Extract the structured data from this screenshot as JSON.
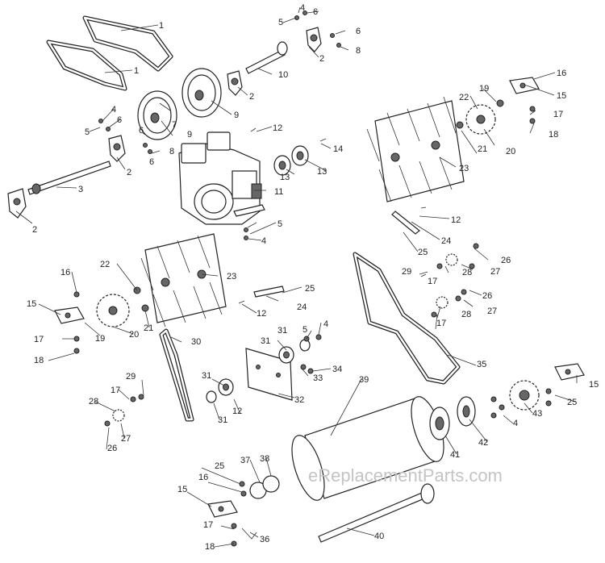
{
  "watermark": "eReplacementParts.com",
  "callouts": [
    {
      "id": "c1a",
      "text": "1"
    },
    {
      "id": "c1b",
      "text": "1"
    },
    {
      "id": "c2a",
      "text": "2"
    },
    {
      "id": "c2b",
      "text": "2"
    },
    {
      "id": "c2c",
      "text": "2"
    },
    {
      "id": "c2d",
      "text": "2"
    },
    {
      "id": "c3",
      "text": "3"
    },
    {
      "id": "c4a",
      "text": "4"
    },
    {
      "id": "c4b",
      "text": "4"
    },
    {
      "id": "c4c",
      "text": "4"
    },
    {
      "id": "c4d",
      "text": "4"
    },
    {
      "id": "c4e",
      "text": "4"
    },
    {
      "id": "c5a",
      "text": "5"
    },
    {
      "id": "c5b",
      "text": "5"
    },
    {
      "id": "c5c",
      "text": "5"
    },
    {
      "id": "c5d",
      "text": "5"
    },
    {
      "id": "c6a",
      "text": "6"
    },
    {
      "id": "c6b",
      "text": "6"
    },
    {
      "id": "c6c",
      "text": "6"
    },
    {
      "id": "c6d",
      "text": "6"
    },
    {
      "id": "c6e",
      "text": "6"
    },
    {
      "id": "c7",
      "text": "7"
    },
    {
      "id": "c8a",
      "text": "8"
    },
    {
      "id": "c8b",
      "text": "8"
    },
    {
      "id": "c9a",
      "text": "9"
    },
    {
      "id": "c9b",
      "text": "9"
    },
    {
      "id": "c10",
      "text": "10"
    },
    {
      "id": "c11",
      "text": "11"
    },
    {
      "id": "c12a",
      "text": "12"
    },
    {
      "id": "c12b",
      "text": "12"
    },
    {
      "id": "c12c",
      "text": "12"
    },
    {
      "id": "c12d",
      "text": "12"
    },
    {
      "id": "c13a",
      "text": "13"
    },
    {
      "id": "c13b",
      "text": "13"
    },
    {
      "id": "c14",
      "text": "14"
    },
    {
      "id": "c15a",
      "text": "15"
    },
    {
      "id": "c15b",
      "text": "15"
    },
    {
      "id": "c15c",
      "text": "15"
    },
    {
      "id": "c15d",
      "text": "15"
    },
    {
      "id": "c16a",
      "text": "16"
    },
    {
      "id": "c16b",
      "text": "16"
    },
    {
      "id": "c16c",
      "text": "16"
    },
    {
      "id": "c17a",
      "text": "17"
    },
    {
      "id": "c17b",
      "text": "17"
    },
    {
      "id": "c17c",
      "text": "17"
    },
    {
      "id": "c17d",
      "text": "17"
    },
    {
      "id": "c17e",
      "text": "17"
    },
    {
      "id": "c17f",
      "text": "17"
    },
    {
      "id": "c18a",
      "text": "18"
    },
    {
      "id": "c18b",
      "text": "18"
    },
    {
      "id": "c18c",
      "text": "18"
    },
    {
      "id": "c19a",
      "text": "19"
    },
    {
      "id": "c19b",
      "text": "19"
    },
    {
      "id": "c20a",
      "text": "20"
    },
    {
      "id": "c20b",
      "text": "20"
    },
    {
      "id": "c21a",
      "text": "21"
    },
    {
      "id": "c21b",
      "text": "21"
    },
    {
      "id": "c22a",
      "text": "22"
    },
    {
      "id": "c22b",
      "text": "22"
    },
    {
      "id": "c23a",
      "text": "23"
    },
    {
      "id": "c23b",
      "text": "23"
    },
    {
      "id": "c24a",
      "text": "24"
    },
    {
      "id": "c24b",
      "text": "24"
    },
    {
      "id": "c25a",
      "text": "25"
    },
    {
      "id": "c25b",
      "text": "25"
    },
    {
      "id": "c25c",
      "text": "25"
    },
    {
      "id": "c25d",
      "text": "25"
    },
    {
      "id": "c26a",
      "text": "26"
    },
    {
      "id": "c26b",
      "text": "26"
    },
    {
      "id": "c26c",
      "text": "26"
    },
    {
      "id": "c27a",
      "text": "27"
    },
    {
      "id": "c27b",
      "text": "27"
    },
    {
      "id": "c27c",
      "text": "27"
    },
    {
      "id": "c28a",
      "text": "28"
    },
    {
      "id": "c28b",
      "text": "28"
    },
    {
      "id": "c28c",
      "text": "28"
    },
    {
      "id": "c29a",
      "text": "29"
    },
    {
      "id": "c29b",
      "text": "29"
    },
    {
      "id": "c30",
      "text": "30"
    },
    {
      "id": "c31a",
      "text": "31"
    },
    {
      "id": "c31b",
      "text": "31"
    },
    {
      "id": "c31c",
      "text": "31"
    },
    {
      "id": "c31d",
      "text": "31"
    },
    {
      "id": "c32",
      "text": "32"
    },
    {
      "id": "c33",
      "text": "33"
    },
    {
      "id": "c34",
      "text": "34"
    },
    {
      "id": "c35",
      "text": "35"
    },
    {
      "id": "c36",
      "text": "36"
    },
    {
      "id": "c37",
      "text": "37"
    },
    {
      "id": "c38",
      "text": "38"
    },
    {
      "id": "c39",
      "text": "39"
    },
    {
      "id": "c40",
      "text": "40"
    },
    {
      "id": "c41",
      "text": "41"
    },
    {
      "id": "c42",
      "text": "42"
    },
    {
      "id": "c43",
      "text": "43"
    }
  ]
}
